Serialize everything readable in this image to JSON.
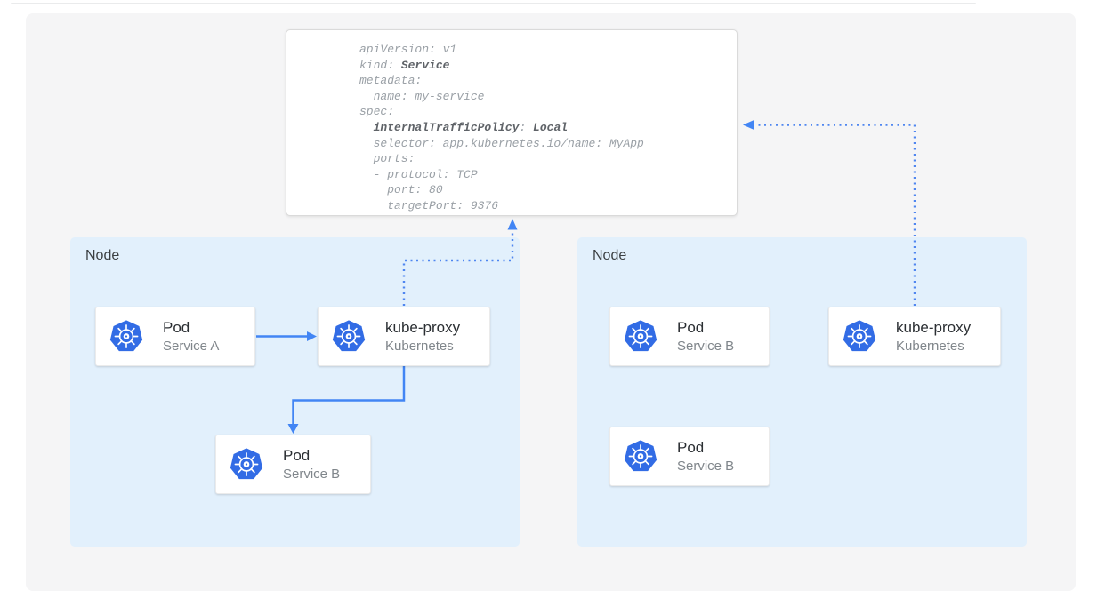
{
  "diagram": {
    "description": "Kubernetes Service internalTrafficPolicy diagram",
    "colors": {
      "canvas_background": "#f5f5f6",
      "node_fill": "#e2f0fc",
      "kubernetes_blue": "#326ce5",
      "arrow_solid_blue": "#4285f4",
      "arrow_dotted_blue": "#4f86f0",
      "yaml_text_gray": "#9aa0a6",
      "yaml_bold_gray": "#5f6368",
      "card_title_color": "#2b2f33",
      "card_subtitle_color": "#80868b"
    }
  },
  "yaml_card": {
    "lines": [
      [
        {
          "text": "apiVersion: v1"
        }
      ],
      [
        {
          "text": "kind: "
        },
        {
          "text": "Service",
          "bold": true
        }
      ],
      [
        {
          "text": "metadata:"
        }
      ],
      [
        {
          "text": "  name: my-service"
        }
      ],
      [
        {
          "text": "spec:"
        }
      ],
      [
        {
          "text": "  "
        },
        {
          "text": "internalTrafficPolicy",
          "bold": true
        },
        {
          "text": ": "
        },
        {
          "text": "Local",
          "bold": true
        }
      ],
      [
        {
          "text": "  selector: app.kubernetes.io/name: MyApp"
        }
      ],
      [
        {
          "text": "  ports:"
        }
      ],
      [
        {
          "text": "  - protocol: TCP"
        }
      ],
      [
        {
          "text": "    port: 80"
        }
      ],
      [
        {
          "text": "    targetPort: 9376"
        }
      ]
    ]
  },
  "nodes": [
    {
      "label": "Node",
      "cards": [
        {
          "title": "Pod",
          "subtitle": "Service A",
          "icon": "kubernetes-icon"
        },
        {
          "title": "kube-proxy",
          "subtitle": "Kubernetes",
          "icon": "kubernetes-icon"
        },
        {
          "title": "Pod",
          "subtitle": "Service B",
          "icon": "kubernetes-icon"
        }
      ]
    },
    {
      "label": "Node",
      "cards": [
        {
          "title": "Pod",
          "subtitle": "Service B",
          "icon": "kubernetes-icon"
        },
        {
          "title": "kube-proxy",
          "subtitle": "Kubernetes",
          "icon": "kubernetes-icon"
        },
        {
          "title": "Pod",
          "subtitle": "Service B",
          "icon": "kubernetes-icon"
        }
      ]
    }
  ],
  "connectors": [
    {
      "style": "solid",
      "from": "pod-service-a",
      "to": "kube-proxy-left"
    },
    {
      "style": "solid",
      "from": "kube-proxy-left",
      "to": "pod-service-b-left"
    },
    {
      "style": "dotted",
      "from": "kube-proxy-left",
      "to": "service-yaml-card"
    },
    {
      "style": "dotted",
      "from": "kube-proxy-right",
      "to": "service-yaml-card"
    }
  ]
}
